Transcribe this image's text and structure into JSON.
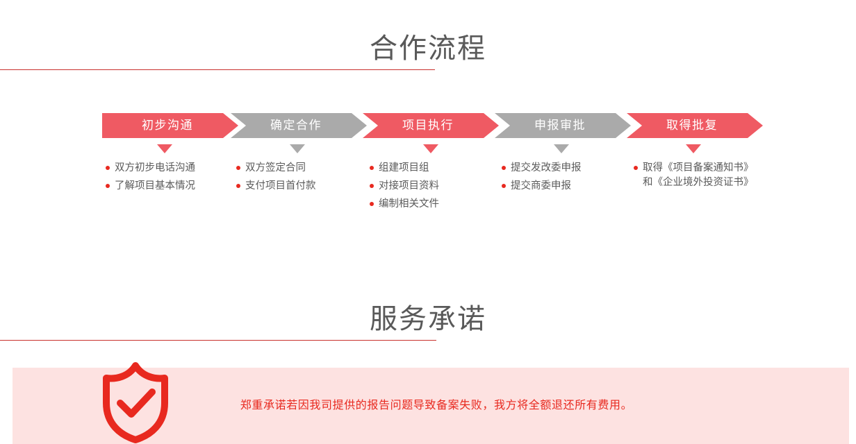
{
  "page": {
    "background": "#ffffff",
    "text_color": "#595959"
  },
  "colors": {
    "accent_red": "#ef5a63",
    "rule_red": "#c9302c",
    "bullet_red": "#e8291f",
    "gray": "#aaaaaa",
    "banner_pink": "#fde2e1",
    "banner_text": "#e8291f",
    "heading": "#595959"
  },
  "sections": {
    "process": {
      "title": "合作流程",
      "rule_width": 626
    },
    "promise": {
      "title": "服务承诺",
      "rule_width": 628
    }
  },
  "flow": {
    "steps": [
      {
        "label": "初步沟通",
        "color": "red",
        "items": [
          "双方初步电话沟通",
          "了解项目基本情况"
        ]
      },
      {
        "label": "确定合作",
        "color": "gray",
        "items": [
          "双方签定合同",
          "支付项目首付款"
        ]
      },
      {
        "label": "项目执行",
        "color": "red",
        "items": [
          "组建项目组",
          "对接项目资料",
          "编制相关文件"
        ]
      },
      {
        "label": "申报审批",
        "color": "gray",
        "items": [
          "提交发改委申报",
          "提交商委申报"
        ]
      },
      {
        "label": "取得批复",
        "color": "red",
        "items": [
          "取得《项目备案通知书》和《企业境外投资证书》"
        ]
      }
    ]
  },
  "promise": {
    "icon": "shield-check-icon",
    "text": "郑重承诺若因我司提供的报告问题导致备案失败，我方将全额退还所有费用。"
  }
}
